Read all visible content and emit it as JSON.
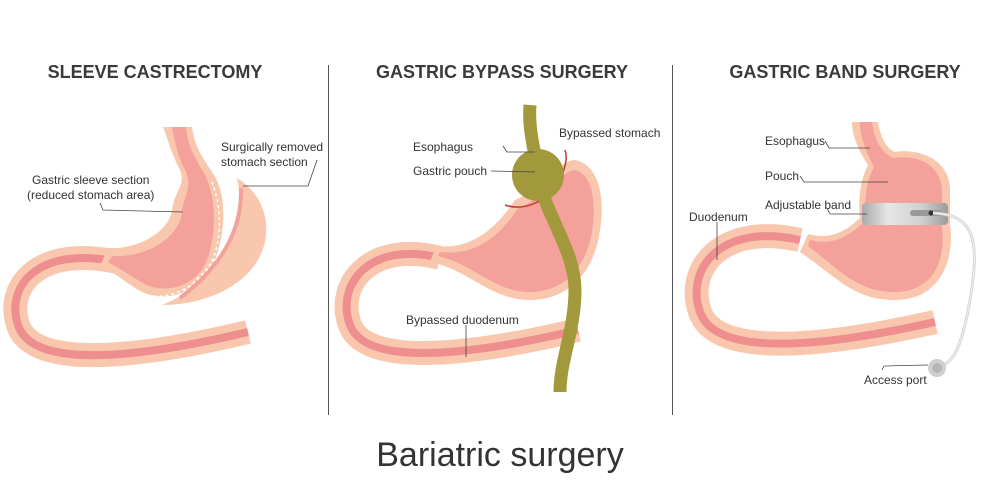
{
  "panels": [
    {
      "title": "SLEEVE CASTRECTOMY",
      "labels": [
        "Gastric sleeve section",
        "(reduced stomach area)",
        "Surgically removed",
        "stomach section"
      ]
    },
    {
      "title": "GASTRIC BYPASS SURGERY",
      "labels": [
        "Esophagus",
        "Gastric pouch",
        "Bypassed stomach",
        "Bypassed duodenum"
      ]
    },
    {
      "title": "GASTRIC BAND SURGERY",
      "labels": [
        "Esophagus",
        "Pouch",
        "Adjustable band",
        "Duodenum",
        "Access port"
      ]
    }
  ],
  "main_title": "Bariatric surgery",
  "colors": {
    "outer": "#f9c6ae",
    "inner": "#f4a19b",
    "lining": "#ee8e8e",
    "bypass": "#a2993c",
    "band": "#c8c8c8",
    "text": "#333333"
  }
}
